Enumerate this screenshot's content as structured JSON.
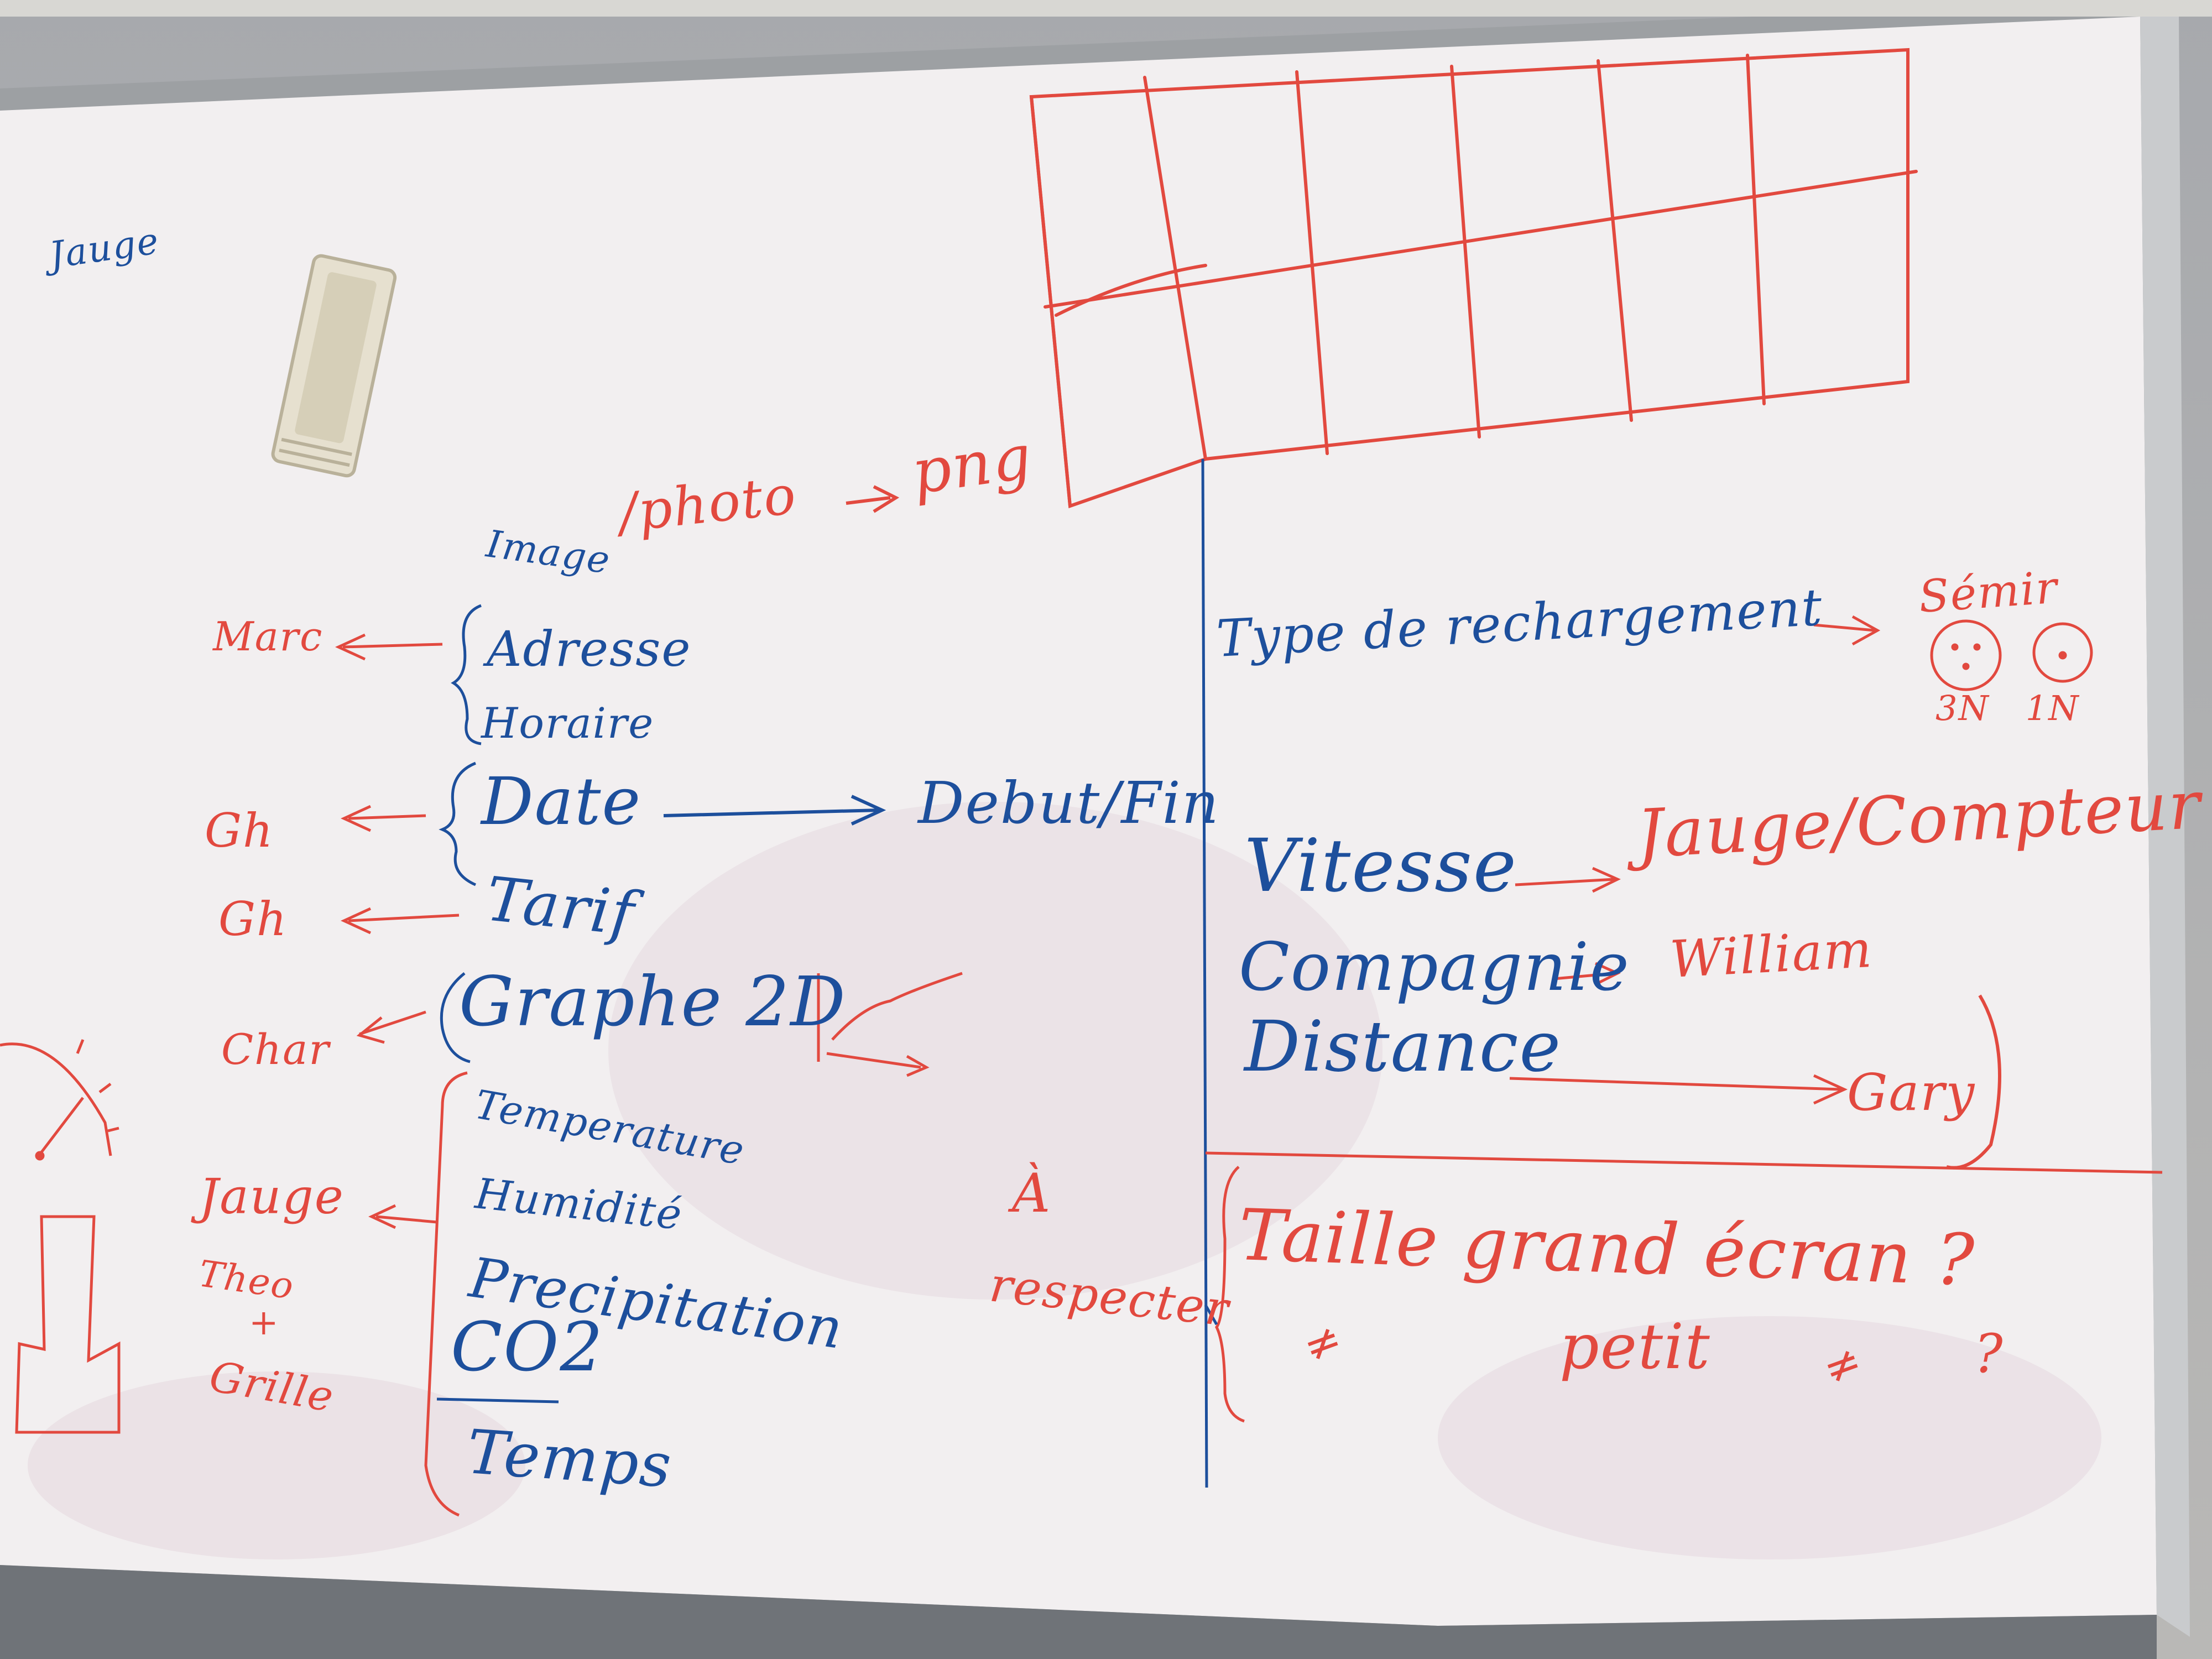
{
  "photo": {
    "colors": {
      "board": "#f2eff0",
      "frame": "#9da0a3",
      "blue_marker": "#1d4f9c",
      "red_marker": "#e2493f",
      "eraser": "#e6e0cf"
    }
  },
  "left_panel": {
    "top_note": "Jauge",
    "image_item": {
      "label": "Image",
      "note": "/photo",
      "arrow_target": "png"
    },
    "fields": [
      {
        "label": "Adresse",
        "assignee": "Marc"
      },
      {
        "label": "Horaire",
        "assignee": ""
      },
      {
        "label": "Date",
        "assignee": "Gh",
        "arrow_target": "Debut/Fin"
      },
      {
        "label": "Tarif",
        "assignee": "Gh"
      },
      {
        "label": "Graphe 2D",
        "assignee": "Char"
      },
      {
        "label": "Temperature",
        "assignee": "Jauge"
      },
      {
        "label": "Humidité",
        "assignee": ""
      },
      {
        "label": "Precipitation",
        "assignee": ""
      },
      {
        "label": "CO2",
        "assignee": ""
      },
      {
        "label": "Temps",
        "assignee": ""
      }
    ],
    "assignee_extra": [
      "Theo",
      "+",
      "Grille"
    ],
    "note_center": [
      "À",
      "respecter"
    ]
  },
  "right_panel": {
    "items": [
      {
        "label": "Type de rechargement",
        "arrow_target": "Sémir",
        "extra": "3N   1N"
      },
      {
        "label": "Vitesse",
        "arrow_target": "Jauge/Compteur"
      },
      {
        "label": "Compagnie",
        "arrow_target": "William"
      },
      {
        "label": "Distance",
        "arrow_target": "Gary"
      }
    ],
    "question": {
      "line1": "Taille grand écran ?",
      "line2": "petit",
      "marks": [
        "≠",
        "≠",
        "?"
      ]
    }
  }
}
